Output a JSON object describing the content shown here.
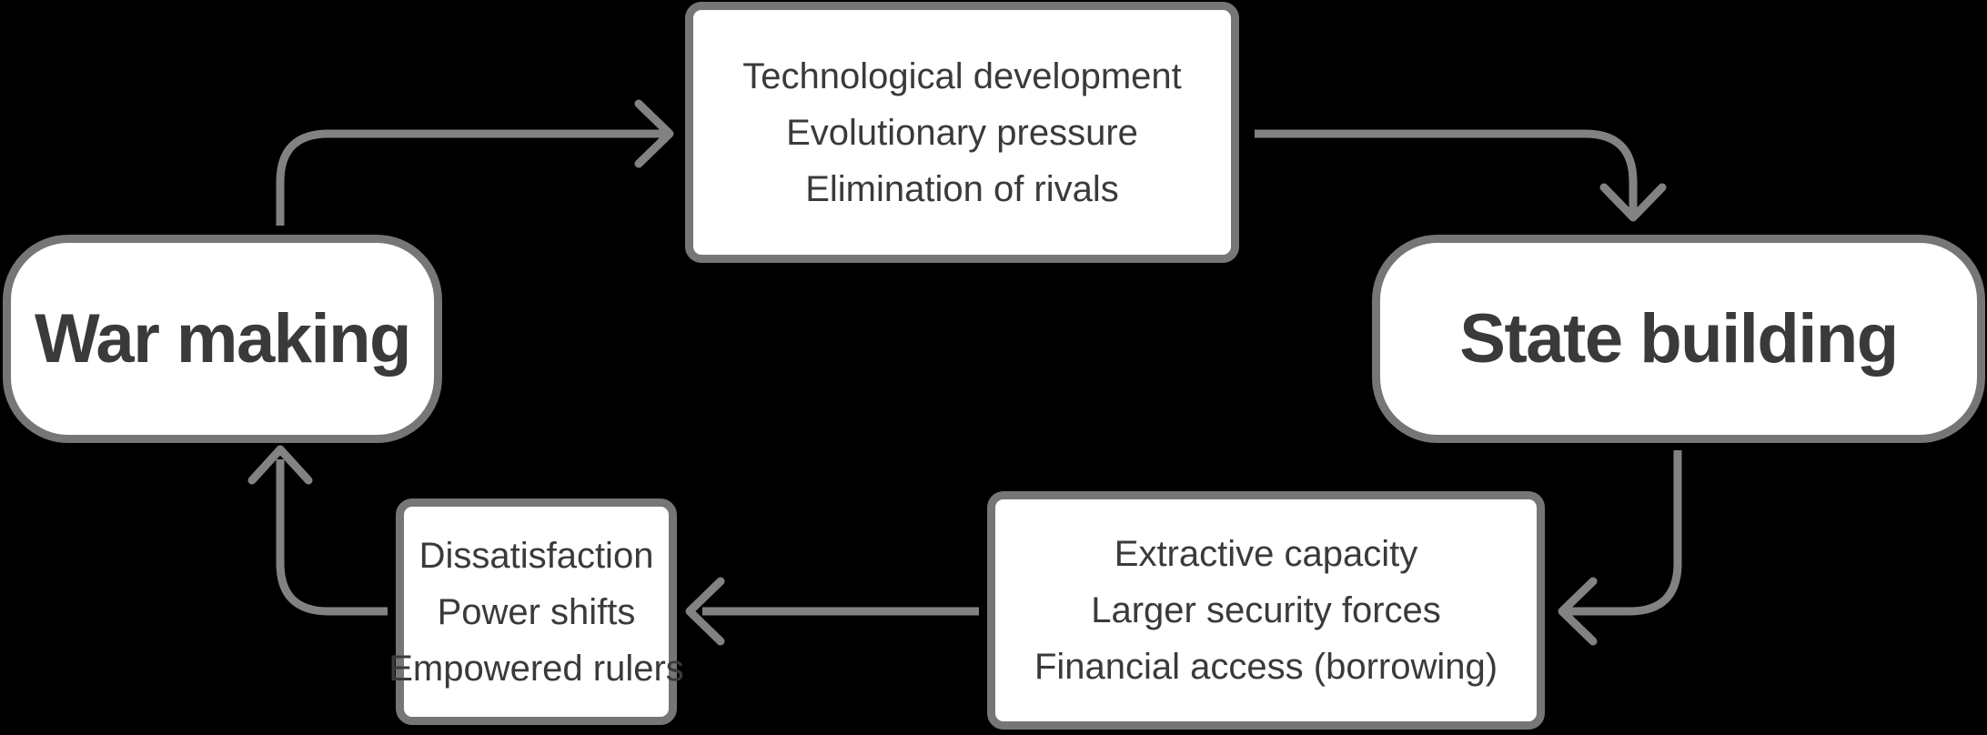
{
  "diagram": {
    "title": "War making / State building cycle",
    "colors": {
      "background": "#000000",
      "node_fill": "#ffffff",
      "node_border": "#767676",
      "arrow": "#828282",
      "text": "#3a3a3a"
    },
    "nodes": {
      "war_making": {
        "label": "War making"
      },
      "state_building": {
        "label": "State building"
      },
      "war_to_state_factors": {
        "lines": [
          "Technological development",
          "Evolutionary pressure",
          "Elimination of rivals"
        ]
      },
      "state_to_war_factors": {
        "lines": [
          "Extractive capacity",
          "Larger security forces",
          "Financial access (borrowing)"
        ]
      },
      "feedback_factors": {
        "lines": [
          "Dissatisfaction",
          "Power shifts",
          "Empowered rulers"
        ]
      }
    },
    "edges": [
      {
        "from": "war_making",
        "to": "war_to_state_factors"
      },
      {
        "from": "war_to_state_factors",
        "to": "state_building"
      },
      {
        "from": "state_building",
        "to": "state_to_war_factors"
      },
      {
        "from": "state_to_war_factors",
        "to": "feedback_factors"
      },
      {
        "from": "feedback_factors",
        "to": "war_making"
      }
    ]
  }
}
